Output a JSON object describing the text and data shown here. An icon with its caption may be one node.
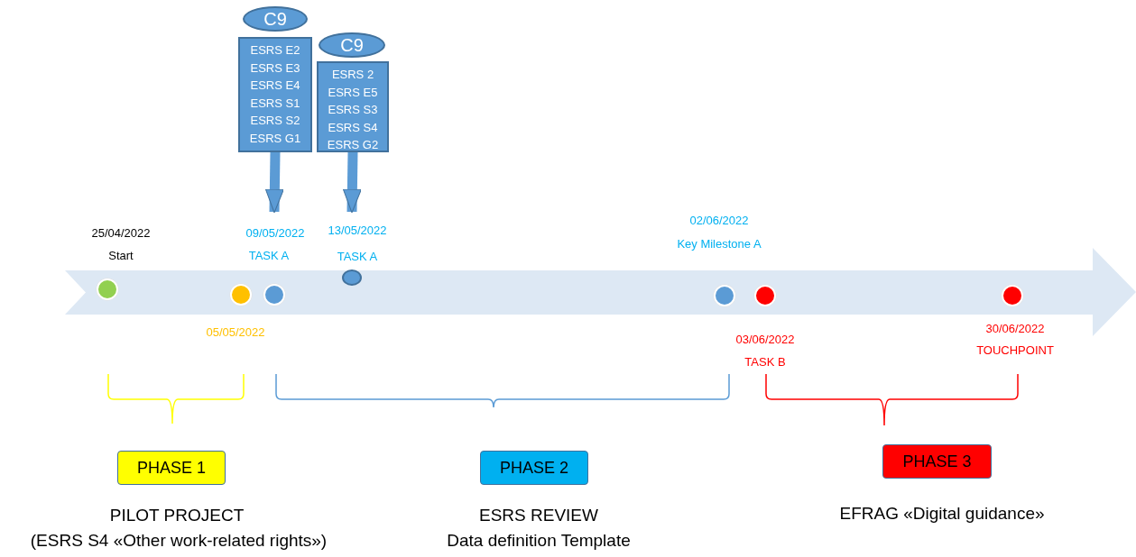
{
  "diagram": {
    "nodes": [
      {
        "text": [
          "C9"
        ]
      },
      {
        "text": [
          "ESRS E2",
          "ESRS E3",
          "ESRS E4",
          "ESRS S1",
          "ESRS S2",
          "ESRS G1"
        ]
      },
      {
        "text": [
          "C9"
        ]
      },
      {
        "text": [
          "ESRS 2",
          "ESRS E5",
          "ESRS S3",
          "ESRS S4",
          "ESRS G2"
        ]
      },
      {
        "text": [],
        "shape": "arrow"
      },
      {
        "text": [],
        "shape": "circle",
        "in": 4,
        "beside": [
          "25/04/2022",
          "Start"
        ]
      },
      {
        "text": [],
        "shape": "circle",
        "in": 4,
        "beside": [
          "05/05/2022"
        ]
      },
      {
        "text": [],
        "shape": "circle",
        "in": 4,
        "beside": [
          "09/05/2022",
          "TASK A"
        ]
      },
      {
        "text": [],
        "shape": "circle",
        "in": 4,
        "beside": [
          "13/05/2022",
          "TASK A"
        ]
      },
      {
        "text": [],
        "shape": "circle",
        "in": 4,
        "beside": [
          "02/06/2022",
          "Key Milestone A"
        ]
      },
      {
        "text": [],
        "shape": "circle",
        "in": 4,
        "beside": [
          "03/06/2022",
          "TASK B"
        ]
      },
      {
        "text": [],
        "shape": "circle",
        "in": 4,
        "beside": [
          "30/06/2022",
          "TOUCHPOINT"
        ]
      },
      {
        "text": [
          "PHASE 1"
        ],
        "beside": [
          "PILOT PROJECT",
          "(ESRS S4 «Other work-related rights»)"
        ]
      },
      {
        "text": [
          "PHASE 2"
        ],
        "beside": [
          "ESRS REVIEW",
          "Data definition Template"
        ]
      },
      {
        "text": [
          "PHASE 3"
        ],
        "beside": [
          "EFRAG «Digital guidance»"
        ]
      }
    ],
    "edges": [
      {
        "from": 1,
        "to": 7,
        "arrow": "to"
      },
      {
        "from": 3,
        "to": 8,
        "arrow": "to"
      }
    ]
  }
}
